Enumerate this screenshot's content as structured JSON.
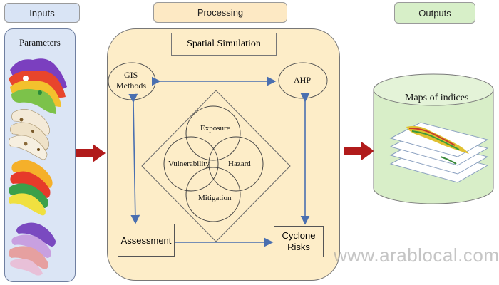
{
  "headers": {
    "inputs": "Inputs",
    "processing": "Processing",
    "outputs": "Outputs"
  },
  "inputs_panel": {
    "title": "Parameters"
  },
  "processing_panel": {
    "title": "Spatial Simulation",
    "gis_label_line1": "GIS",
    "gis_label_line2": "Methods",
    "ahp_label": "AHP",
    "assessment_label": "Assessment",
    "cyclone_label_line1": "Cyclone",
    "cyclone_label_line2": "Risks",
    "venn": {
      "exposure": "Exposure",
      "vulnerability": "Vulnerability",
      "hazard": "Hazard",
      "mitigation": "Mitigation"
    }
  },
  "outputs_panel": {
    "title": "Maps of indices"
  },
  "watermark": "www.arablocal.com",
  "colors": {
    "header_inputs": "#d9e4f5",
    "header_processing": "#fde9c4",
    "header_outputs": "#d7efc8",
    "inputs_panel_bg": "#dbe5f5",
    "processing_panel_bg": "#fdedc8",
    "cylinder_bg": "#d8eec8",
    "blue_arrow": "#4a6fb0",
    "red_arrow": "#b11b1b"
  }
}
